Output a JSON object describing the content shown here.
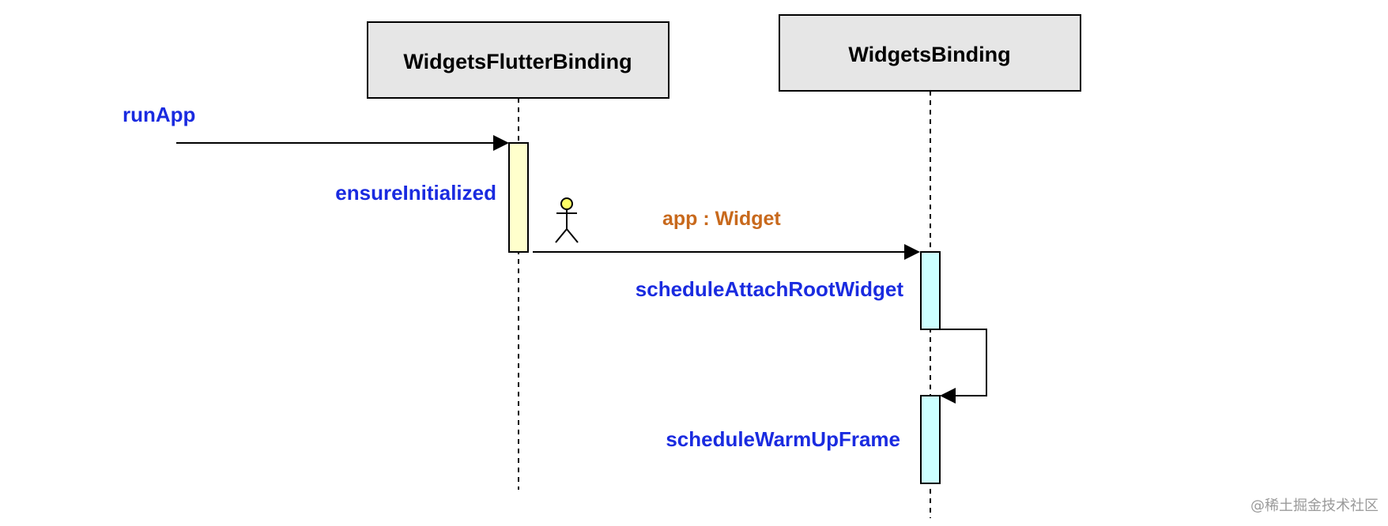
{
  "participants": [
    {
      "id": "widgets-flutter-binding",
      "label": "WidgetsFlutterBinding"
    },
    {
      "id": "widgets-binding",
      "label": "WidgetsBinding"
    }
  ],
  "messages": {
    "run_app": "runApp",
    "ensure_initialized": "ensureInitialized",
    "app_param": "app : Widget",
    "schedule_attach_root_widget": "scheduleAttachRootWidget",
    "schedule_warm_up_frame": "scheduleWarmUpFrame"
  },
  "watermark": "@稀土掘金技术社区",
  "colors": {
    "method_label": "#1a2be0",
    "param_label": "#c8691c",
    "participant_fill": "#e6e6e6",
    "activation_yellow": "#ffffcc",
    "activation_cyan": "#ccffff",
    "actor_head": "#ffff66",
    "watermark": "#9a9a9a"
  },
  "icons": {
    "actor": "stick-figure-icon"
  }
}
